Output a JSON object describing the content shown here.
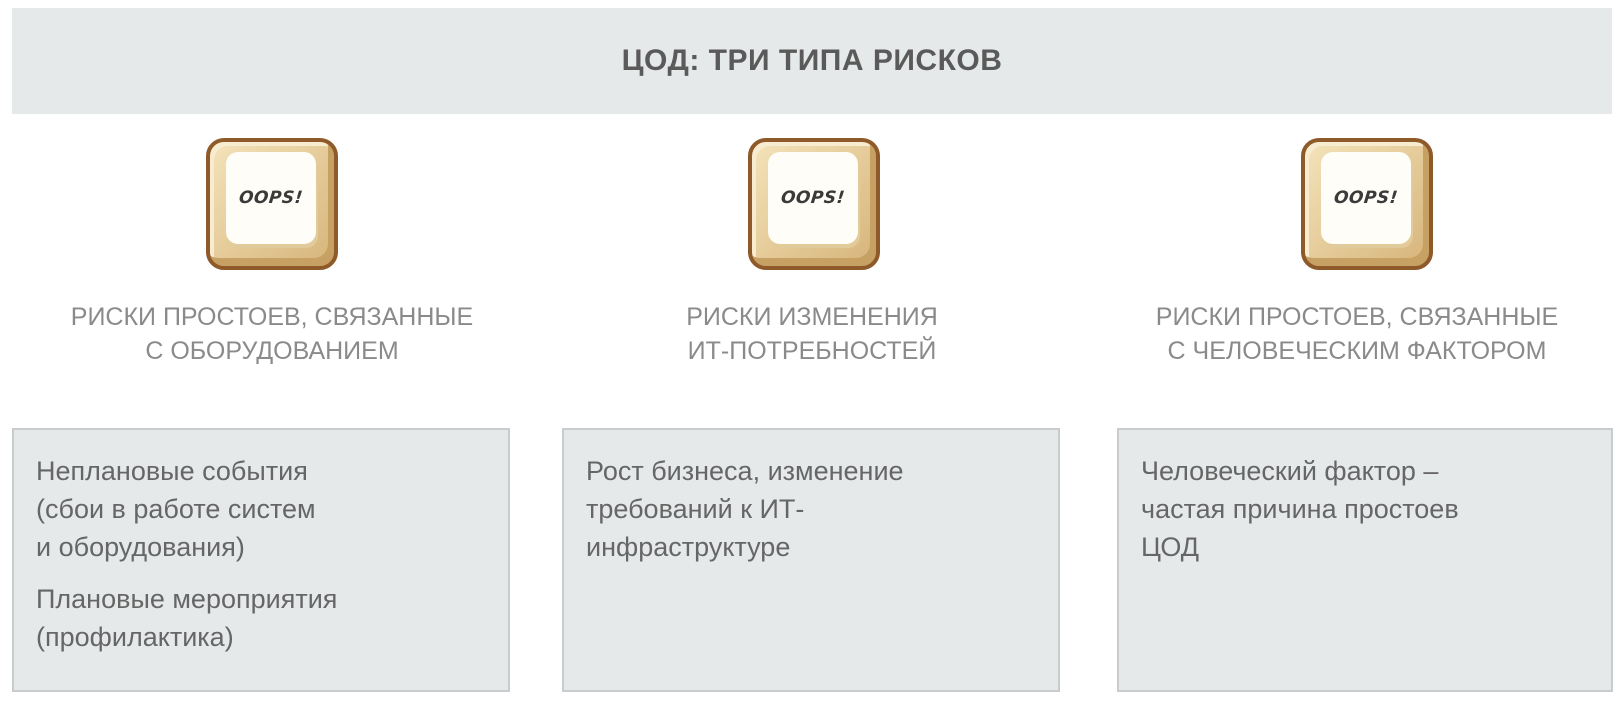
{
  "header": {
    "title": "ЦОД: ТРИ ТИПА РИСКОВ"
  },
  "columns": [
    {
      "key_label": "OOPS!",
      "icon": "oops-key-icon",
      "caption": "РИСКИ ПРОСТОЕВ, СВЯЗАННЫЕ\nС ОБОРУДОВАНИЕМ",
      "box_paragraphs": [
        "Неплановые события\n(сбои в работе систем\nи оборудования)",
        "Плановые мероприятия\n(профилактика)"
      ]
    },
    {
      "key_label": "OOPS!",
      "icon": "oops-key-icon",
      "caption": "РИСКИ ИЗМЕНЕНИЯ\nИТ-ПОТРЕБНОСТЕЙ",
      "box_paragraphs": [
        "Рост бизнеса, изменение\nтребований к ИТ-\nинфраструктуре"
      ]
    },
    {
      "key_label": "OOPS!",
      "icon": "oops-key-icon",
      "caption": "РИСКИ ПРОСТОЕВ, СВЯЗАННЫЕ\nС ЧЕЛОВЕЧЕСКИМ ФАКТОРОМ",
      "box_paragraphs": [
        "Человеческий фактор –\nчастая причина простоев\nЦОД"
      ]
    }
  ],
  "colors": {
    "header_bg": "#e6e9ea",
    "box_bg": "#e6e9ea",
    "key_border": "#8e5a2a",
    "key_face": "#f4e3bb",
    "caption_text": "#8a8a8a",
    "box_text": "#666666"
  }
}
